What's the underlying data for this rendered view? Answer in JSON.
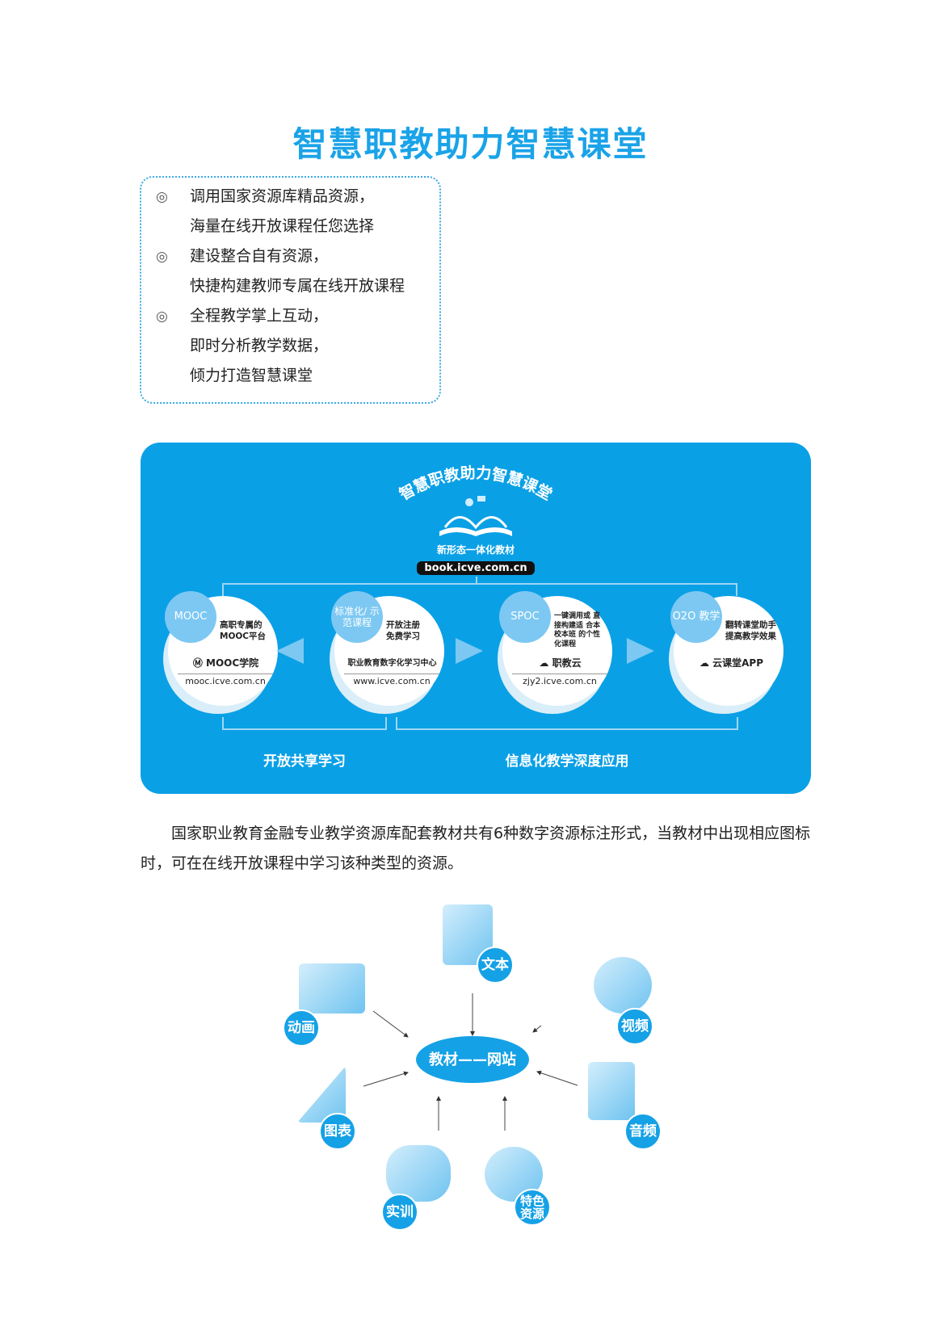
{
  "title": "智慧职教助力智慧课堂",
  "bullets": [
    {
      "mark": "◎",
      "lines": [
        "调用国家资源库精品资源，",
        "海量在线开放课程任您选择"
      ]
    },
    {
      "mark": "◎",
      "lines": [
        "建设整合自有资源，",
        "快捷构建教师专属在线开放课程"
      ]
    },
    {
      "mark": "◎",
      "lines": [
        "全程教学掌上互动，",
        "即时分析教学数据，",
        "倾力打造智慧课堂"
      ]
    }
  ],
  "panel": {
    "arc_title": "智慧职教助力智慧课堂",
    "book_label": "新形态一体化教材",
    "book_url": "book.icve.com.cn",
    "nodes": [
      {
        "tag": "MOOC",
        "desc": "高职专属的 MOOC平台",
        "brand": "Ⓜ MOOC学院",
        "url": "mooc.icve.com.cn"
      },
      {
        "tag": "标准化/ 示范课程",
        "desc": "开放注册 免费学习",
        "brand": "职业教育数字化学习中心",
        "url": "www.icve.com.cn"
      },
      {
        "tag": "SPOC",
        "desc": "一键调用或 直接构建适 合本校本班 的个性化课程",
        "brand": "☁ 职教云",
        "url": "zjy2.icve.com.cn"
      },
      {
        "tag": "O2O 教学",
        "desc": "翻转课堂助手 提高教学效果",
        "brand": "☁ 云课堂APP",
        "url": ""
      }
    ],
    "group_left": "开放共享学习",
    "group_right": "信息化教学深度应用"
  },
  "paragraph": "国家职业教育金融专业教学资源库配套教材共有6种数字资源标注形式，当教材中出现相应图标时，可在在线开放课程中学习该种类型的资源。",
  "resources": {
    "center": "教材——网站",
    "items": [
      "文本",
      "视频",
      "音频",
      "特色 资源",
      "实训",
      "图表",
      "动画"
    ]
  }
}
